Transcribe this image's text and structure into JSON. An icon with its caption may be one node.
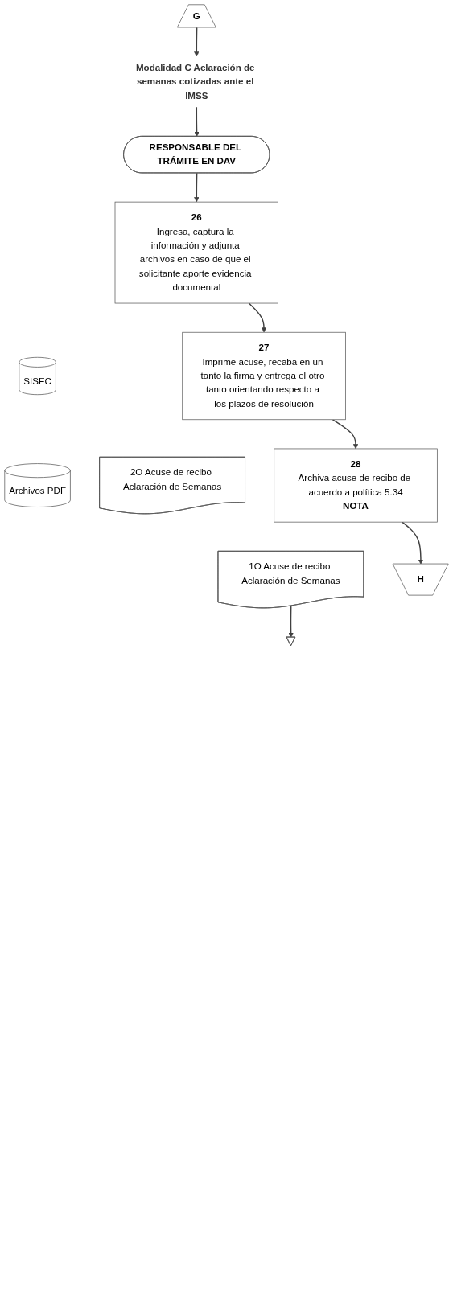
{
  "diagram": {
    "nodes": [
      {
        "text": [
          "G"
        ]
      },
      {
        "text": [
          "Modalidad C Aclaración de semanas cotizadas ante el IMSS"
        ]
      },
      {
        "text": [
          "RESPONSABLE DEL TRÁMITE EN DAV"
        ]
      },
      {
        "text": [
          "26",
          "Ingresa, captura la información y adjunta archivos en caso de que el solicitante aporte evidencia documental"
        ]
      },
      {
        "text": [
          "SISEC"
        ]
      },
      {
        "text": [
          "Archivos PDF"
        ]
      },
      {
        "text": [
          "27",
          "Imprime acuse, recaba en un tanto la firma y entrega el otro tanto orientando respecto a los plazos de resolución"
        ]
      },
      {
        "text": [
          "2O Acuse de recibo Aclaración de Semanas"
        ]
      },
      {
        "text": [
          "28",
          "Archiva acuse de recibo de acuerdo a política 5.34",
          "NOTA"
        ]
      },
      {
        "text": [
          "1O Acuse de recibo Aclaración de Semanas"
        ]
      },
      {
        "text": [],
        "shape": "triangle"
      },
      {
        "text": [
          "H"
        ]
      }
    ],
    "edges": [
      {
        "from": 0,
        "to": 1,
        "arrow": "to"
      },
      {
        "from": 1,
        "to": 2,
        "arrow": "to"
      },
      {
        "from": 2,
        "to": 3,
        "arrow": "to"
      },
      {
        "from": 3,
        "to": 6,
        "arrow": "to"
      },
      {
        "from": 6,
        "to": 8,
        "arrow": "to"
      },
      {
        "from": 8,
        "to": 11,
        "arrow": "to"
      },
      {
        "from": 9,
        "to": 10,
        "arrow": "to"
      }
    ]
  }
}
